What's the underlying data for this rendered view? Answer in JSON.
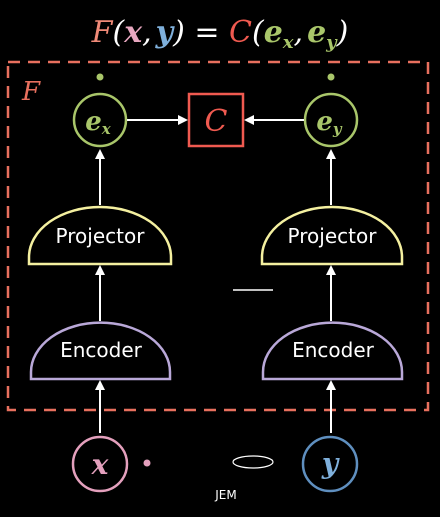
{
  "equation": {
    "F": "F",
    "open": "(",
    "x": "x",
    "comma1": ",",
    "y": "y",
    "close_eq": ") = ",
    "C": "C",
    "open2": "(",
    "e1": "e",
    "sub_x": "x",
    "comma2": ",",
    "e2": "e",
    "sub_y": "y",
    "close2": ")"
  },
  "frame_label": "F",
  "left": {
    "embedding_base": "e",
    "embedding_sub": "x",
    "projector_label": "Projector",
    "encoder_label": "Encoder",
    "input_label": "x"
  },
  "right": {
    "embedding_base": "e",
    "embedding_sub": "y",
    "projector_label": "Projector",
    "encoder_label": "Encoder",
    "input_label": "y"
  },
  "cost_label": "C",
  "caption": "JEM",
  "colors": {
    "equation_F": "#f08a78",
    "equation_x": "#e8a7c0",
    "equation_y": "#7fb0dc",
    "cost": "#f05a50",
    "frame": "#e8705e",
    "embedding": "#a9c66a",
    "projector": "#f4f0a0",
    "encoder": "#b9a8d8",
    "input_x": "#e4a0bd",
    "input_y": "#5f8fbf"
  }
}
